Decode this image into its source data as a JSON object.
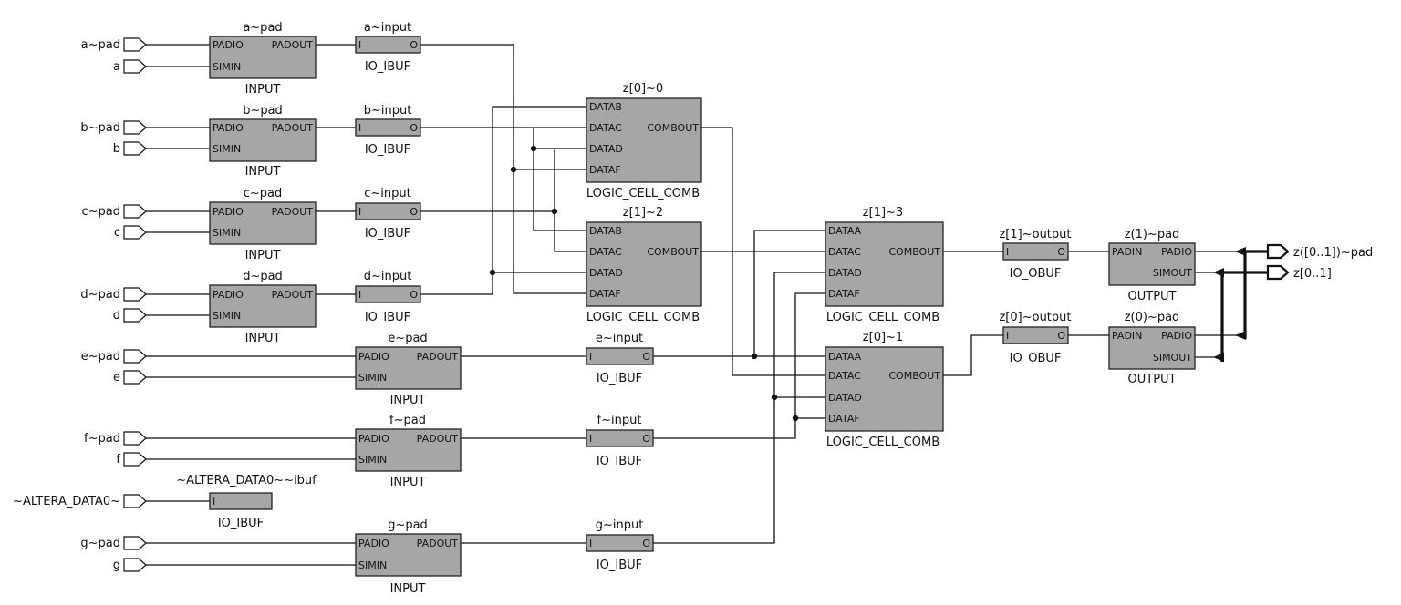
{
  "pins_in": [
    {
      "name": "a~pad"
    },
    {
      "name": "a"
    },
    {
      "name": "b~pad"
    },
    {
      "name": "b"
    },
    {
      "name": "c~pad"
    },
    {
      "name": "c"
    },
    {
      "name": "d~pad"
    },
    {
      "name": "d"
    },
    {
      "name": "e~pad"
    },
    {
      "name": "e"
    },
    {
      "name": "f~pad"
    },
    {
      "name": "f"
    },
    {
      "name": "~ALTERA_DATA0~"
    },
    {
      "name": "g~pad"
    },
    {
      "name": "g"
    }
  ],
  "pins_out": [
    {
      "name": "z([0..1])~pad"
    },
    {
      "name": "z[0..1]"
    }
  ],
  "input_blocks": [
    {
      "title": "a~pad",
      "type": "INPUT",
      "port_a": "PADIO",
      "port_b": "SIMIN",
      "port_out": "PADOUT"
    },
    {
      "title": "b~pad",
      "type": "INPUT",
      "port_a": "PADIO",
      "port_b": "SIMIN",
      "port_out": "PADOUT"
    },
    {
      "title": "c~pad",
      "type": "INPUT",
      "port_a": "PADIO",
      "port_b": "SIMIN",
      "port_out": "PADOUT"
    },
    {
      "title": "d~pad",
      "type": "INPUT",
      "port_a": "PADIO",
      "port_b": "SIMIN",
      "port_out": "PADOUT"
    },
    {
      "title": "e~pad",
      "type": "INPUT",
      "port_a": "PADIO",
      "port_b": "SIMIN",
      "port_out": "PADOUT"
    },
    {
      "title": "f~pad",
      "type": "INPUT",
      "port_a": "PADIO",
      "port_b": "SIMIN",
      "port_out": "PADOUT"
    },
    {
      "title": "g~pad",
      "type": "INPUT",
      "port_a": "PADIO",
      "port_b": "SIMIN",
      "port_out": "PADOUT"
    }
  ],
  "ibufs": [
    {
      "title": "a~input",
      "type": "IO_IBUF",
      "in": "I",
      "out": "O"
    },
    {
      "title": "b~input",
      "type": "IO_IBUF",
      "in": "I",
      "out": "O"
    },
    {
      "title": "c~input",
      "type": "IO_IBUF",
      "in": "I",
      "out": "O"
    },
    {
      "title": "d~input",
      "type": "IO_IBUF",
      "in": "I",
      "out": "O"
    },
    {
      "title": "e~input",
      "type": "IO_IBUF",
      "in": "I",
      "out": "O"
    },
    {
      "title": "f~input",
      "type": "IO_IBUF",
      "in": "I",
      "out": "O"
    },
    {
      "title": "~ALTERA_DATA0~~ibuf",
      "type": "IO_IBUF",
      "in": "I",
      "out": ""
    },
    {
      "title": "g~input",
      "type": "IO_IBUF",
      "in": "I",
      "out": "O"
    }
  ],
  "logic_cells": [
    {
      "title": "z[0]~0",
      "type": "LOGIC_CELL_COMB",
      "ports": [
        "DATAB",
        "DATAC",
        "DATAD",
        "DATAF"
      ],
      "out": "COMBOUT"
    },
    {
      "title": "z[1]~2",
      "type": "LOGIC_CELL_COMB",
      "ports": [
        "DATAB",
        "DATAC",
        "DATAD",
        "DATAF"
      ],
      "out": "COMBOUT"
    },
    {
      "title": "z[1]~3",
      "type": "LOGIC_CELL_COMB",
      "ports": [
        "DATAA",
        "DATAC",
        "DATAD",
        "DATAF"
      ],
      "out": "COMBOUT"
    },
    {
      "title": "z[0]~1",
      "type": "LOGIC_CELL_COMB",
      "ports": [
        "DATAA",
        "DATAC",
        "DATAD",
        "DATAF"
      ],
      "out": "COMBOUT"
    }
  ],
  "obufs": [
    {
      "title": "z[1]~output",
      "type": "IO_OBUF",
      "in": "I",
      "out": "O"
    },
    {
      "title": "z[0]~output",
      "type": "IO_OBUF",
      "in": "I",
      "out": "O"
    }
  ],
  "output_blocks": [
    {
      "title": "z(1)~pad",
      "type": "OUTPUT",
      "port_in": "PADIN",
      "port_io": "PADIO",
      "port_sim": "SIMOUT"
    },
    {
      "title": "z(0)~pad",
      "type": "OUTPUT",
      "port_in": "PADIN",
      "port_io": "PADIO",
      "port_sim": "SIMOUT"
    }
  ]
}
